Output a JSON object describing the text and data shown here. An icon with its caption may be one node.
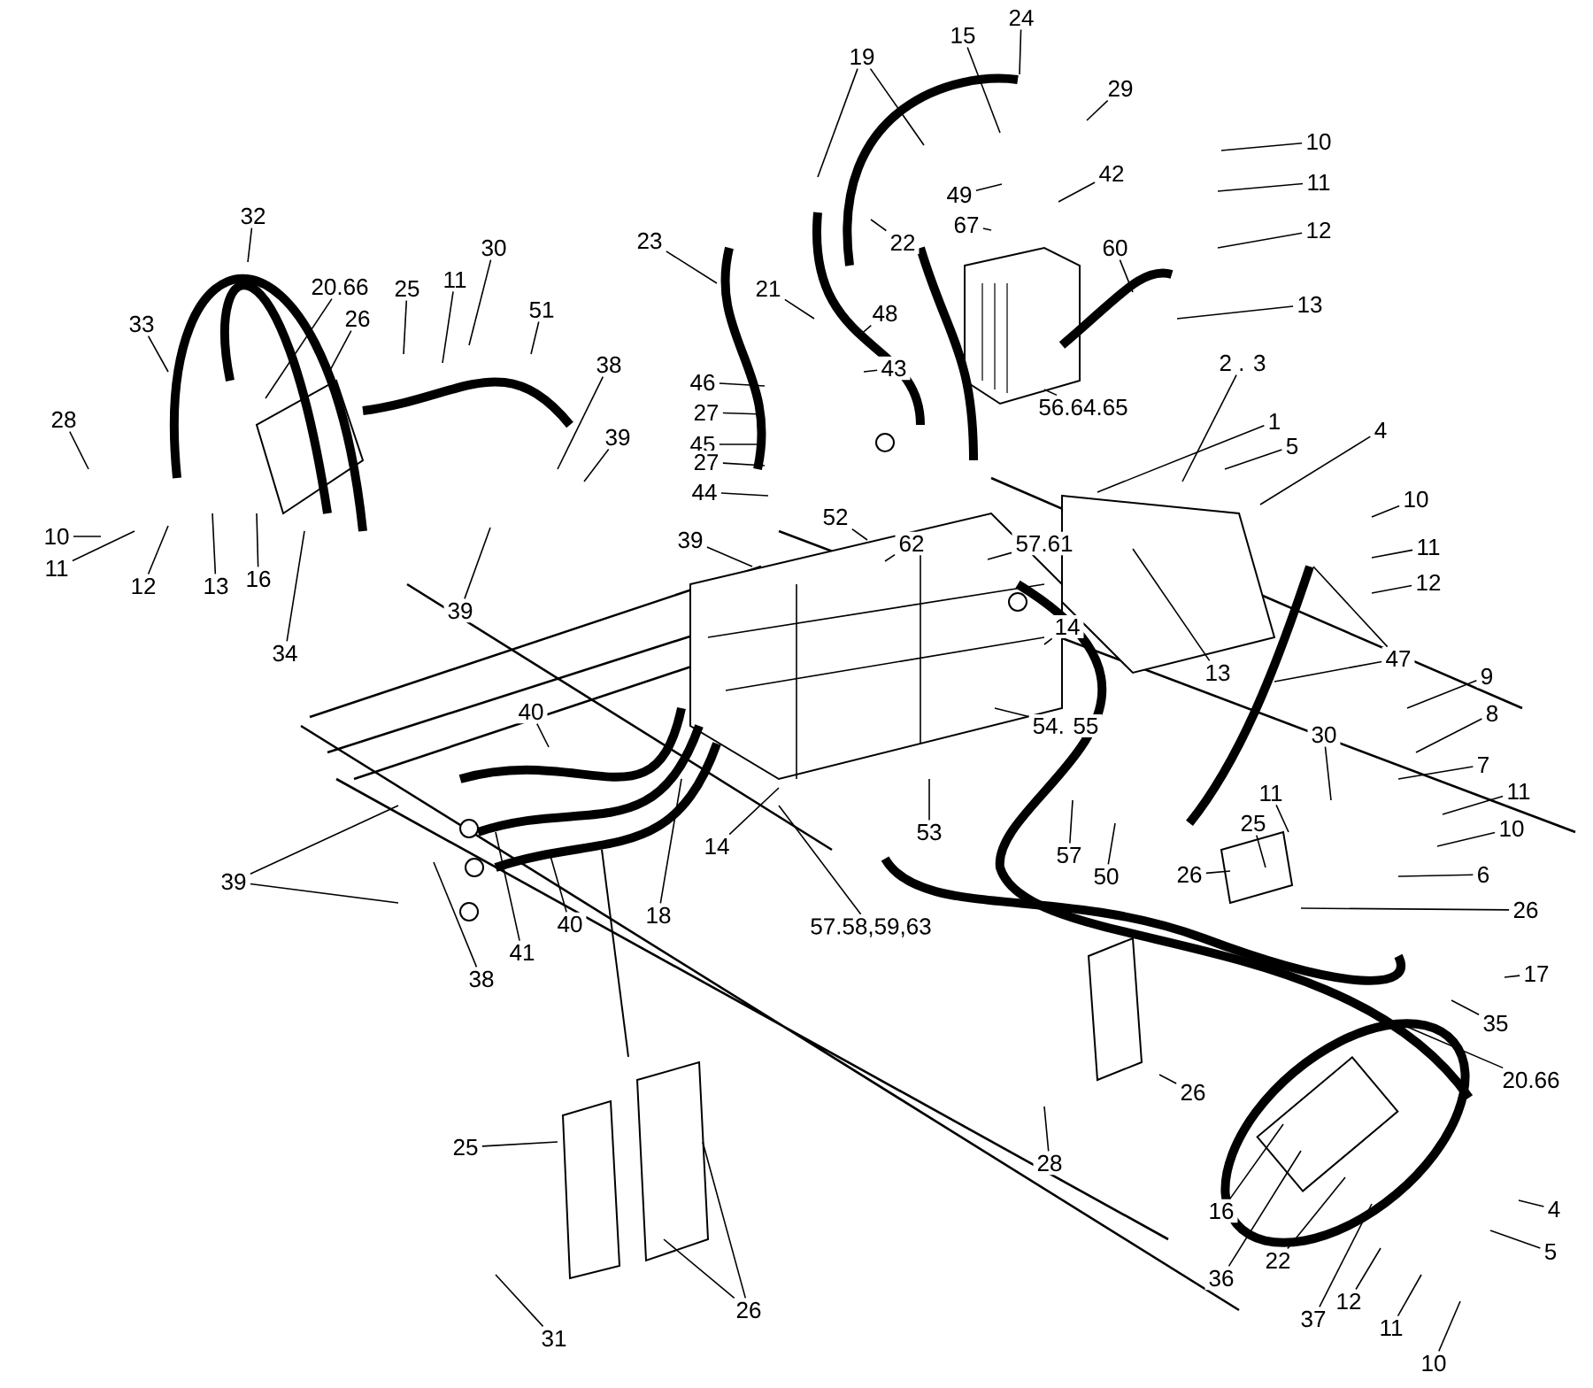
{
  "diagram": {
    "nodes": [
      {
        "text": [
          "32"
        ]
      },
      {
        "text": [
          "33"
        ]
      },
      {
        "text": [
          "20.66"
        ]
      },
      {
        "text": [
          "25"
        ]
      },
      {
        "text": [
          "26"
        ]
      },
      {
        "text": [
          "11"
        ]
      },
      {
        "text": [
          "30"
        ]
      },
      {
        "text": [
          "51"
        ]
      },
      {
        "text": [
          "38"
        ]
      },
      {
        "text": [
          "39"
        ]
      },
      {
        "text": [
          "28"
        ]
      },
      {
        "text": [
          "10"
        ]
      },
      {
        "text": [
          "11"
        ]
      },
      {
        "text": [
          "12"
        ]
      },
      {
        "text": [
          "13"
        ]
      },
      {
        "text": [
          "16"
        ]
      },
      {
        "text": [
          "34"
        ]
      },
      {
        "text": [
          "39"
        ]
      },
      {
        "text": [
          "23"
        ]
      },
      {
        "text": [
          "19"
        ]
      },
      {
        "text": [
          "15"
        ]
      },
      {
        "text": [
          "24"
        ]
      },
      {
        "text": [
          "29"
        ]
      },
      {
        "text": [
          "49"
        ]
      },
      {
        "text": [
          "67"
        ]
      },
      {
        "text": [
          "42"
        ]
      },
      {
        "text": [
          "22"
        ]
      },
      {
        "text": [
          "21"
        ]
      },
      {
        "text": [
          "48"
        ]
      },
      {
        "text": [
          "43"
        ]
      },
      {
        "text": [
          "46"
        ]
      },
      {
        "text": [
          "27"
        ]
      },
      {
        "text": [
          "45"
        ]
      },
      {
        "text": [
          "27"
        ]
      },
      {
        "text": [
          "44"
        ]
      },
      {
        "text": [
          "39"
        ]
      },
      {
        "text": [
          "60"
        ]
      },
      {
        "text": [
          "13"
        ]
      },
      {
        "text": [
          "10"
        ]
      },
      {
        "text": [
          "11"
        ]
      },
      {
        "text": [
          "12"
        ]
      },
      {
        "text": [
          "2 . 3"
        ]
      },
      {
        "text": [
          "56.64.65"
        ]
      },
      {
        "text": [
          "1"
        ]
      },
      {
        "text": [
          "5"
        ]
      },
      {
        "text": [
          "4"
        ]
      },
      {
        "text": [
          "10"
        ]
      },
      {
        "text": [
          "11"
        ]
      },
      {
        "text": [
          "12"
        ]
      },
      {
        "text": [
          "13"
        ]
      },
      {
        "text": [
          "52"
        ]
      },
      {
        "text": [
          "62"
        ]
      },
      {
        "text": [
          "57.61"
        ]
      },
      {
        "text": [
          "14"
        ]
      },
      {
        "text": [
          "47"
        ]
      },
      {
        "text": [
          "9"
        ]
      },
      {
        "text": [
          "8"
        ]
      },
      {
        "text": [
          "7"
        ]
      },
      {
        "text": [
          "11"
        ]
      },
      {
        "text": [
          "10"
        ]
      },
      {
        "text": [
          "6"
        ]
      },
      {
        "text": [
          "30"
        ]
      },
      {
        "text": [
          "11"
        ]
      },
      {
        "text": [
          "25"
        ]
      },
      {
        "text": [
          "26"
        ]
      },
      {
        "text": [
          "26"
        ]
      },
      {
        "text": [
          "17"
        ]
      },
      {
        "text": [
          "35"
        ]
      },
      {
        "text": [
          "20.66"
        ]
      },
      {
        "text": [
          "4"
        ]
      },
      {
        "text": [
          "5"
        ]
      },
      {
        "text": [
          "10"
        ]
      },
      {
        "text": [
          "11"
        ]
      },
      {
        "text": [
          "12"
        ]
      },
      {
        "text": [
          "37"
        ]
      },
      {
        "text": [
          "22"
        ]
      },
      {
        "text": [
          "36"
        ]
      },
      {
        "text": [
          "16"
        ]
      },
      {
        "text": [
          "26"
        ]
      },
      {
        "text": [
          "28"
        ]
      },
      {
        "text": [
          "54. 55"
        ]
      },
      {
        "text": [
          "53"
        ]
      },
      {
        "text": [
          "57"
        ]
      },
      {
        "text": [
          "50"
        ]
      },
      {
        "text": [
          "40"
        ]
      },
      {
        "text": [
          "39"
        ]
      },
      {
        "text": [
          "38"
        ]
      },
      {
        "text": [
          "41"
        ]
      },
      {
        "text": [
          "40"
        ]
      },
      {
        "text": [
          "18"
        ]
      },
      {
        "text": [
          "14"
        ]
      },
      {
        "text": [
          "57.58,59,63"
        ]
      },
      {
        "text": [
          "25"
        ]
      },
      {
        "text": [
          "26"
        ]
      },
      {
        "text": [
          "31"
        ]
      }
    ],
    "edges": [
      {
        "from": 0,
        "to": null,
        "arrow": "none"
      },
      {
        "from": 1,
        "to": null,
        "arrow": "none"
      },
      {
        "from": 2,
        "to": null,
        "arrow": "none"
      },
      {
        "from": 3,
        "to": null,
        "arrow": "none"
      },
      {
        "from": 4,
        "to": null,
        "arrow": "none"
      },
      {
        "from": 5,
        "to": null,
        "arrow": "none"
      },
      {
        "from": 6,
        "to": null,
        "arrow": "none"
      },
      {
        "from": 7,
        "to": null,
        "arrow": "none"
      },
      {
        "from": 8,
        "to": null,
        "arrow": "none"
      },
      {
        "from": 9,
        "to": null,
        "arrow": "none"
      },
      {
        "from": 10,
        "to": null,
        "arrow": "none"
      },
      {
        "from": 11,
        "to": null,
        "arrow": "none"
      },
      {
        "from": 12,
        "to": null,
        "arrow": "none"
      },
      {
        "from": 13,
        "to": null,
        "arrow": "none"
      },
      {
        "from": 14,
        "to": null,
        "arrow": "none"
      },
      {
        "from": 15,
        "to": null,
        "arrow": "none"
      },
      {
        "from": 16,
        "to": null,
        "arrow": "none"
      },
      {
        "from": 17,
        "to": null,
        "arrow": "none"
      },
      {
        "from": 18,
        "to": null,
        "arrow": "none"
      },
      {
        "from": 19,
        "to": null,
        "arrow": "none"
      },
      {
        "from": 19,
        "to": null,
        "arrow": "none"
      },
      {
        "from": 20,
        "to": null,
        "arrow": "none"
      },
      {
        "from": 21,
        "to": null,
        "arrow": "none"
      },
      {
        "from": 22,
        "to": null,
        "arrow": "none"
      },
      {
        "from": 23,
        "to": null,
        "arrow": "none"
      },
      {
        "from": 24,
        "to": null,
        "arrow": "none"
      },
      {
        "from": 25,
        "to": null,
        "arrow": "none"
      },
      {
        "from": 26,
        "to": null,
        "arrow": "none"
      },
      {
        "from": 27,
        "to": null,
        "arrow": "none"
      },
      {
        "from": 28,
        "to": null,
        "arrow": "none"
      },
      {
        "from": 29,
        "to": null,
        "arrow": "none"
      },
      {
        "from": 30,
        "to": null,
        "arrow": "none"
      },
      {
        "from": 31,
        "to": null,
        "arrow": "none"
      },
      {
        "from": 32,
        "to": null,
        "arrow": "none"
      },
      {
        "from": 33,
        "to": null,
        "arrow": "none"
      },
      {
        "from": 34,
        "to": null,
        "arrow": "none"
      },
      {
        "from": 35,
        "to": null,
        "arrow": "none"
      },
      {
        "from": 36,
        "to": null,
        "arrow": "none"
      },
      {
        "from": 37,
        "to": null,
        "arrow": "none"
      },
      {
        "from": 38,
        "to": null,
        "arrow": "none"
      },
      {
        "from": 39,
        "to": null,
        "arrow": "none"
      },
      {
        "from": 40,
        "to": null,
        "arrow": "none"
      },
      {
        "from": 41,
        "to": null,
        "arrow": "none"
      },
      {
        "from": 42,
        "to": null,
        "arrow": "none"
      },
      {
        "from": 43,
        "to": null,
        "arrow": "none"
      },
      {
        "from": 44,
        "to": null,
        "arrow": "none"
      },
      {
        "from": 45,
        "to": null,
        "arrow": "none"
      },
      {
        "from": 46,
        "to": null,
        "arrow": "none"
      },
      {
        "from": 47,
        "to": null,
        "arrow": "none"
      },
      {
        "from": 48,
        "to": null,
        "arrow": "none"
      },
      {
        "from": 49,
        "to": null,
        "arrow": "none"
      },
      {
        "from": 50,
        "to": null,
        "arrow": "none"
      },
      {
        "from": 51,
        "to": null,
        "arrow": "none"
      },
      {
        "from": 52,
        "to": null,
        "arrow": "none"
      },
      {
        "from": 53,
        "to": null,
        "arrow": "none"
      },
      {
        "from": 54,
        "to": null,
        "arrow": "none"
      },
      {
        "from": 54,
        "to": null,
        "arrow": "none"
      },
      {
        "from": 55,
        "to": null,
        "arrow": "none"
      },
      {
        "from": 56,
        "to": null,
        "arrow": "none"
      },
      {
        "from": 57,
        "to": null,
        "arrow": "none"
      },
      {
        "from": 58,
        "to": null,
        "arrow": "none"
      },
      {
        "from": 59,
        "to": null,
        "arrow": "none"
      },
      {
        "from": 60,
        "to": null,
        "arrow": "none"
      },
      {
        "from": 61,
        "to": null,
        "arrow": "none"
      },
      {
        "from": 62,
        "to": null,
        "arrow": "none"
      },
      {
        "from": 63,
        "to": null,
        "arrow": "none"
      },
      {
        "from": 64,
        "to": null,
        "arrow": "none"
      },
      {
        "from": 65,
        "to": null,
        "arrow": "none"
      },
      {
        "from": 66,
        "to": null,
        "arrow": "none"
      },
      {
        "from": 67,
        "to": null,
        "arrow": "none"
      },
      {
        "from": 68,
        "to": null,
        "arrow": "none"
      },
      {
        "from": 69,
        "to": null,
        "arrow": "none"
      },
      {
        "from": 70,
        "to": null,
        "arrow": "none"
      },
      {
        "from": 71,
        "to": null,
        "arrow": "none"
      },
      {
        "from": 72,
        "to": null,
        "arrow": "none"
      },
      {
        "from": 73,
        "to": null,
        "arrow": "none"
      },
      {
        "from": 74,
        "to": null,
        "arrow": "none"
      },
      {
        "from": 75,
        "to": null,
        "arrow": "none"
      },
      {
        "from": 76,
        "to": null,
        "arrow": "none"
      },
      {
        "from": 77,
        "to": null,
        "arrow": "none"
      },
      {
        "from": 78,
        "to": null,
        "arrow": "none"
      },
      {
        "from": 79,
        "to": null,
        "arrow": "none"
      },
      {
        "from": 80,
        "to": null,
        "arrow": "none"
      },
      {
        "from": 81,
        "to": null,
        "arrow": "none"
      },
      {
        "from": 82,
        "to": null,
        "arrow": "none"
      },
      {
        "from": 83,
        "to": null,
        "arrow": "none"
      },
      {
        "from": 84,
        "to": null,
        "arrow": "none"
      },
      {
        "from": 85,
        "to": null,
        "arrow": "none"
      },
      {
        "from": 85,
        "to": null,
        "arrow": "none"
      },
      {
        "from": 86,
        "to": null,
        "arrow": "none"
      },
      {
        "from": 87,
        "to": null,
        "arrow": "none"
      },
      {
        "from": 88,
        "to": null,
        "arrow": "none"
      },
      {
        "from": 89,
        "to": null,
        "arrow": "none"
      },
      {
        "from": 90,
        "to": null,
        "arrow": "none"
      },
      {
        "from": 91,
        "to": null,
        "arrow": "none"
      },
      {
        "from": 92,
        "to": null,
        "arrow": "none"
      },
      {
        "from": 93,
        "to": null,
        "arrow": "none"
      },
      {
        "from": 93,
        "to": null,
        "arrow": "none"
      },
      {
        "from": 94,
        "to": null,
        "arrow": "none"
      }
    ]
  }
}
